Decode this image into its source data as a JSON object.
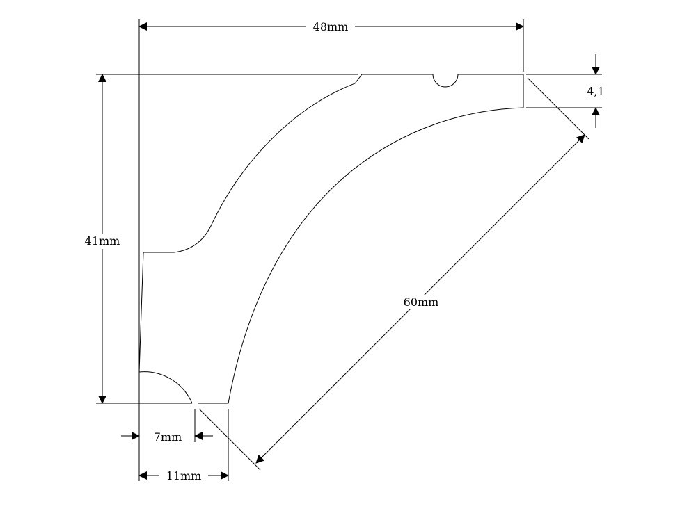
{
  "diagram": {
    "dimensions": {
      "width_top": "48mm",
      "height_left": "41mm",
      "diagonal": "60mm",
      "thickness": "4,1",
      "bottom_inner": "7mm",
      "bottom_outer": "11mm"
    }
  }
}
